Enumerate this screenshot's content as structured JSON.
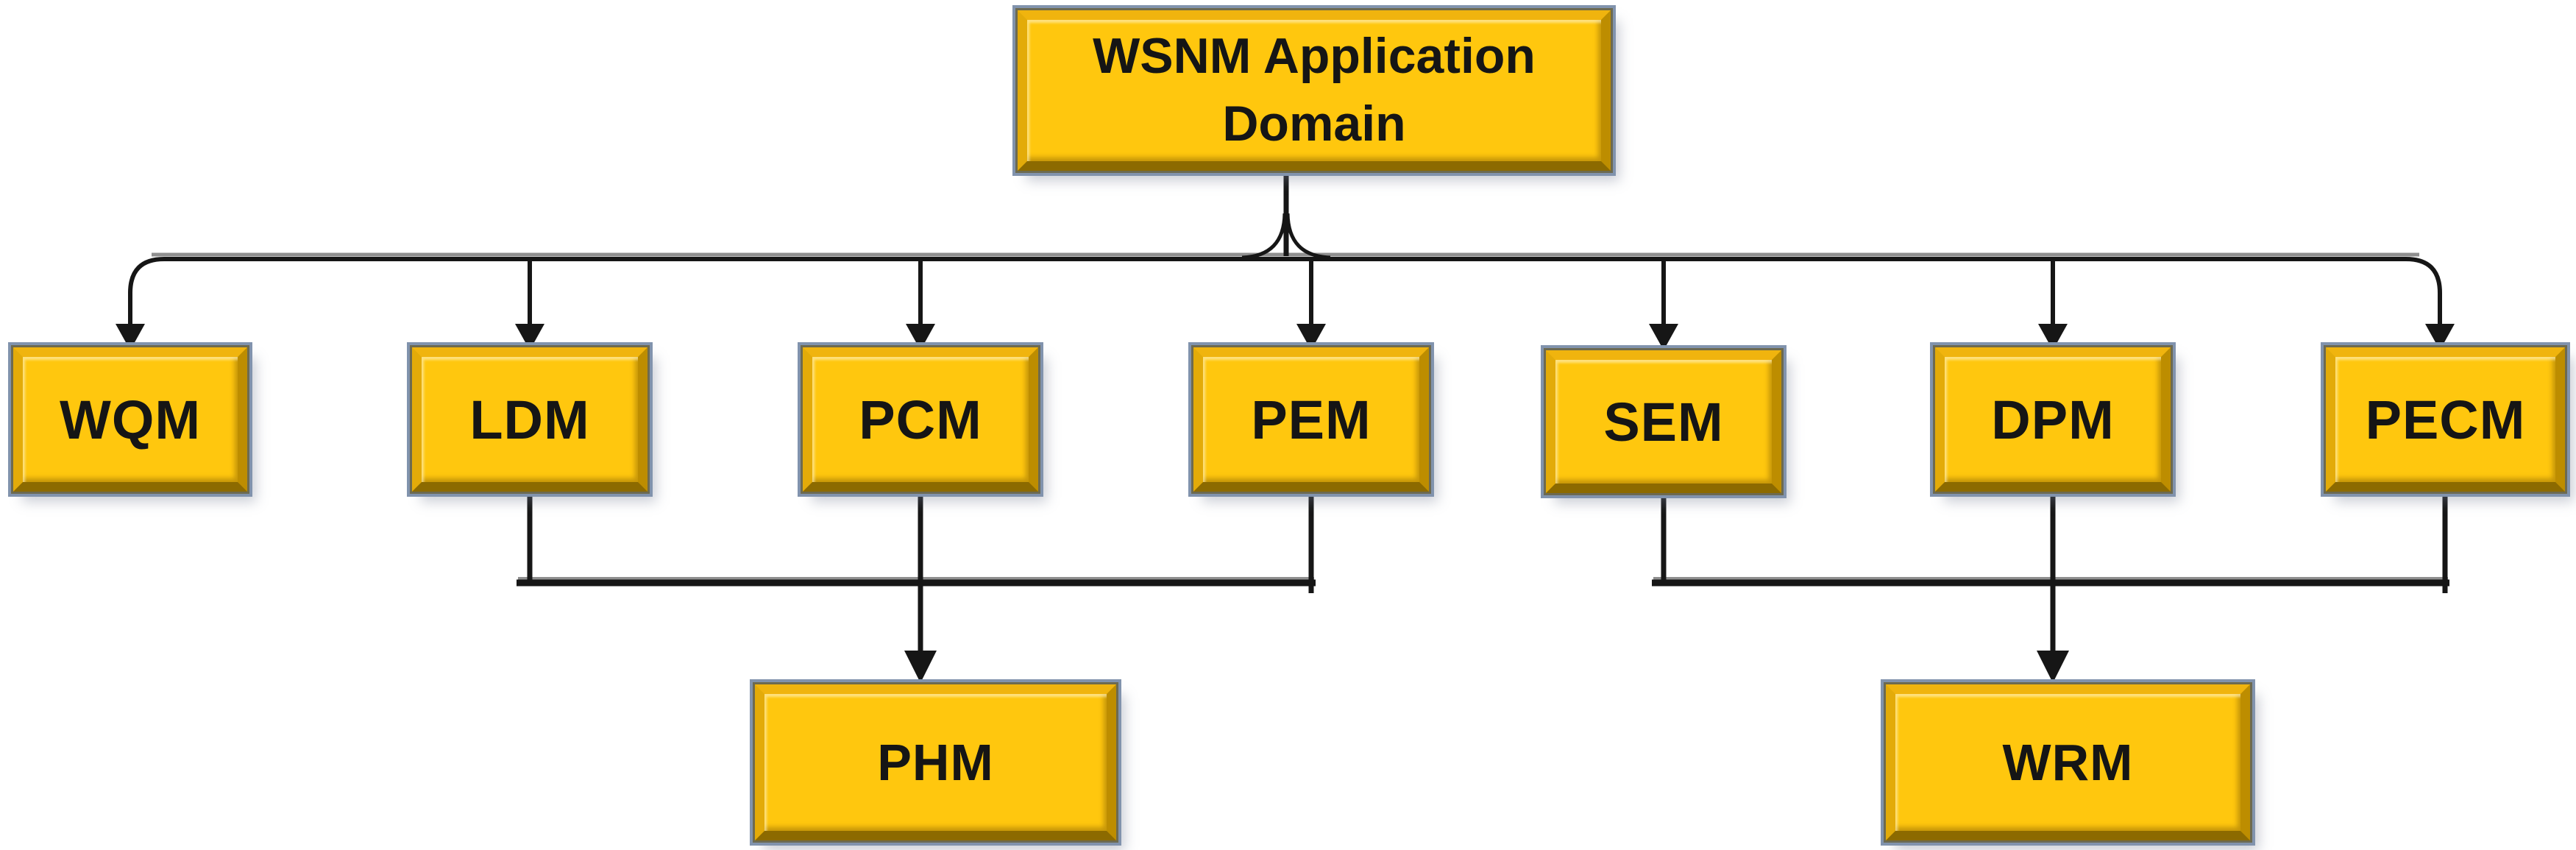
{
  "palette": {
    "background": "#ffffff",
    "box_fill": "#ffc70e",
    "box_frame_light": "#f0b40e",
    "box_frame_dark": "#8c6a00",
    "box_outline_blue_gray": "#8193ad",
    "connector": "#161616",
    "connector_highlight": "#8f8f8f",
    "text": "#151515"
  },
  "nodes": {
    "root": {
      "label": "WSNM Application Domain"
    },
    "wqm": {
      "label": "WQM"
    },
    "ldm": {
      "label": "LDM"
    },
    "pcm": {
      "label": "PCM"
    },
    "pem": {
      "label": "PEM"
    },
    "sem": {
      "label": "SEM"
    },
    "dpm": {
      "label": "DPM"
    },
    "pecm": {
      "label": "PECM"
    },
    "phm": {
      "label": "PHM"
    },
    "wrm": {
      "label": "WRM"
    }
  },
  "edges": [
    {
      "from": "WSNM Application Domain",
      "to": "WQM"
    },
    {
      "from": "WSNM Application Domain",
      "to": "LDM"
    },
    {
      "from": "WSNM Application Domain",
      "to": "PCM"
    },
    {
      "from": "WSNM Application Domain",
      "to": "PEM"
    },
    {
      "from": "WSNM Application Domain",
      "to": "SEM"
    },
    {
      "from": "WSNM Application Domain",
      "to": "DPM"
    },
    {
      "from": "WSNM Application Domain",
      "to": "PECM"
    },
    {
      "from": "LDM",
      "to": "PHM"
    },
    {
      "from": "PCM",
      "to": "PHM"
    },
    {
      "from": "PEM",
      "to": "PHM"
    },
    {
      "from": "SEM",
      "to": "WRM"
    },
    {
      "from": "DPM",
      "to": "WRM"
    },
    {
      "from": "PECM",
      "to": "WRM"
    }
  ]
}
